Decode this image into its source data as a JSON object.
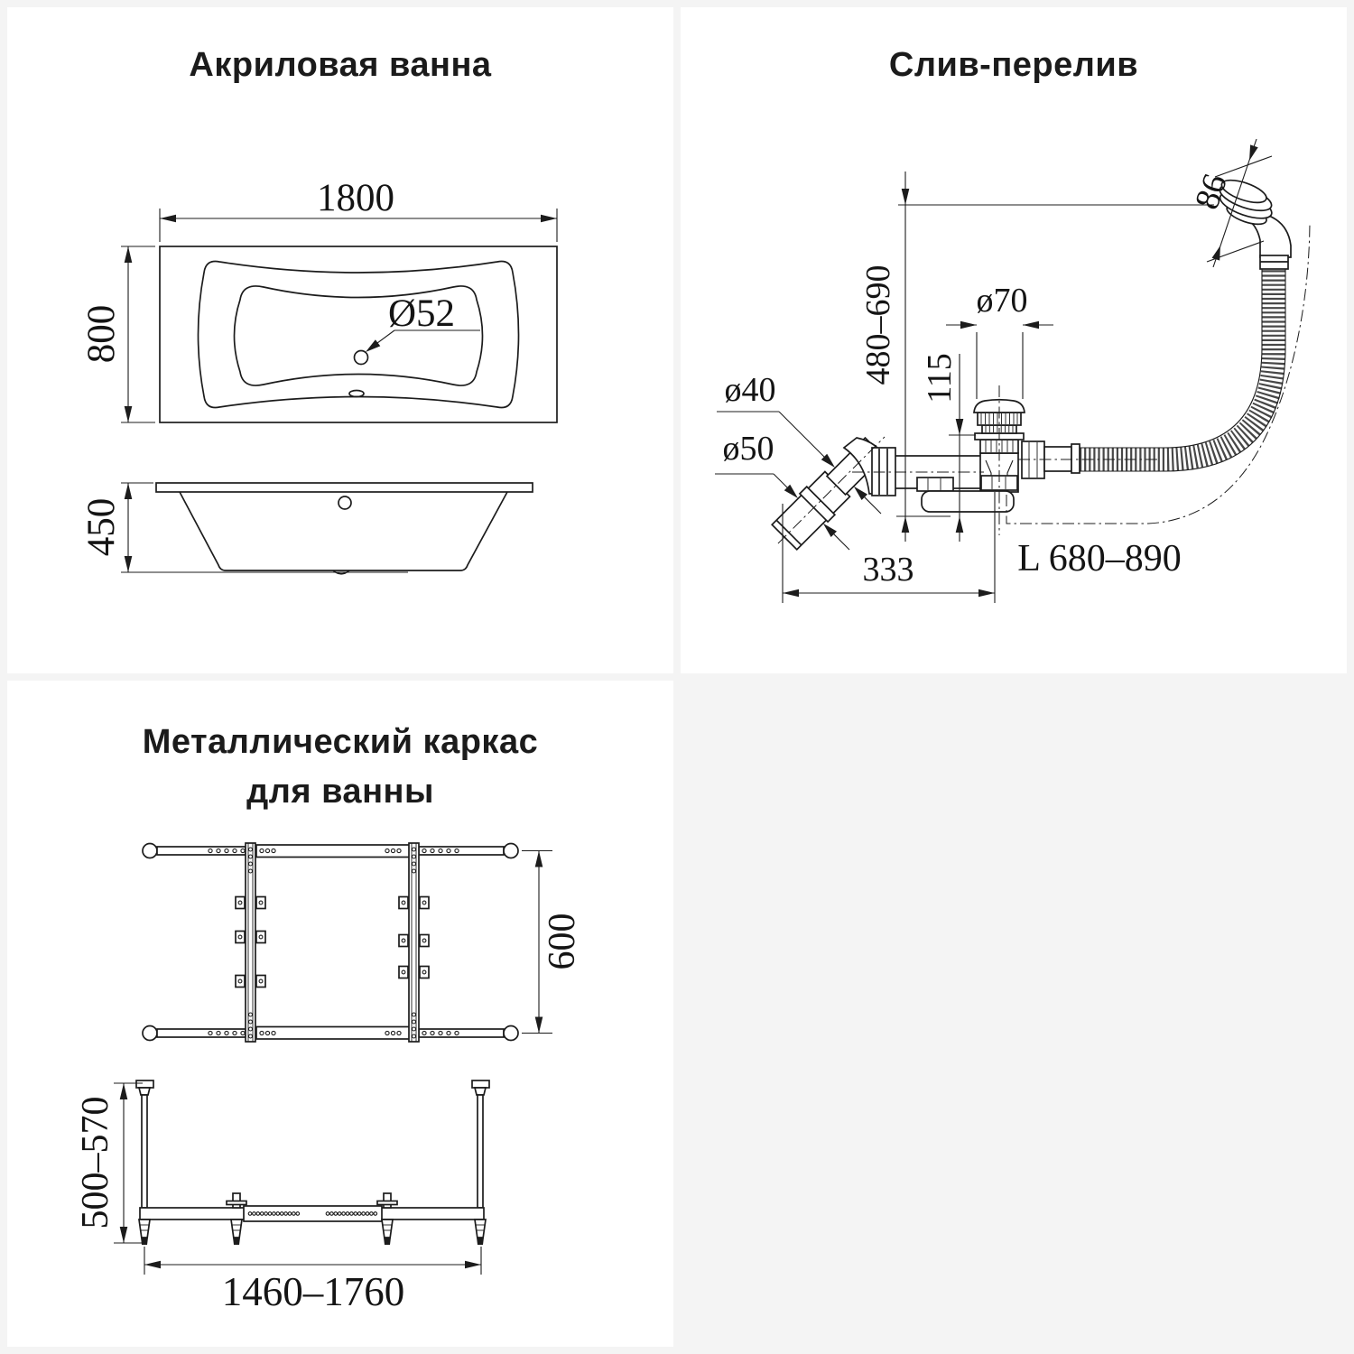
{
  "colors": {
    "background": "#f4f4f4",
    "panel": "#ffffff",
    "line": "#1c1c1c",
    "text": "#141414"
  },
  "panels": {
    "bathtub": {
      "title": "Акриловая ванна",
      "dim_length": "1800",
      "dim_width": "800",
      "dim_height": "450",
      "dim_drain": "Ø52"
    },
    "overflow": {
      "title": "Слив-перелив",
      "dim_head": "86",
      "dim_height_range": "480–690",
      "dim_cap": "ø70",
      "dim_offset": "115",
      "dim_d40": "ø40",
      "dim_d50": "ø50",
      "dim_span": "333",
      "dim_hose": "L 680–890"
    },
    "frame": {
      "title_line1": "Металлический каркас",
      "title_line2": "для ванны",
      "dim_depth": "600",
      "dim_height_range": "500–570",
      "dim_length_range": "1460–1760"
    }
  }
}
